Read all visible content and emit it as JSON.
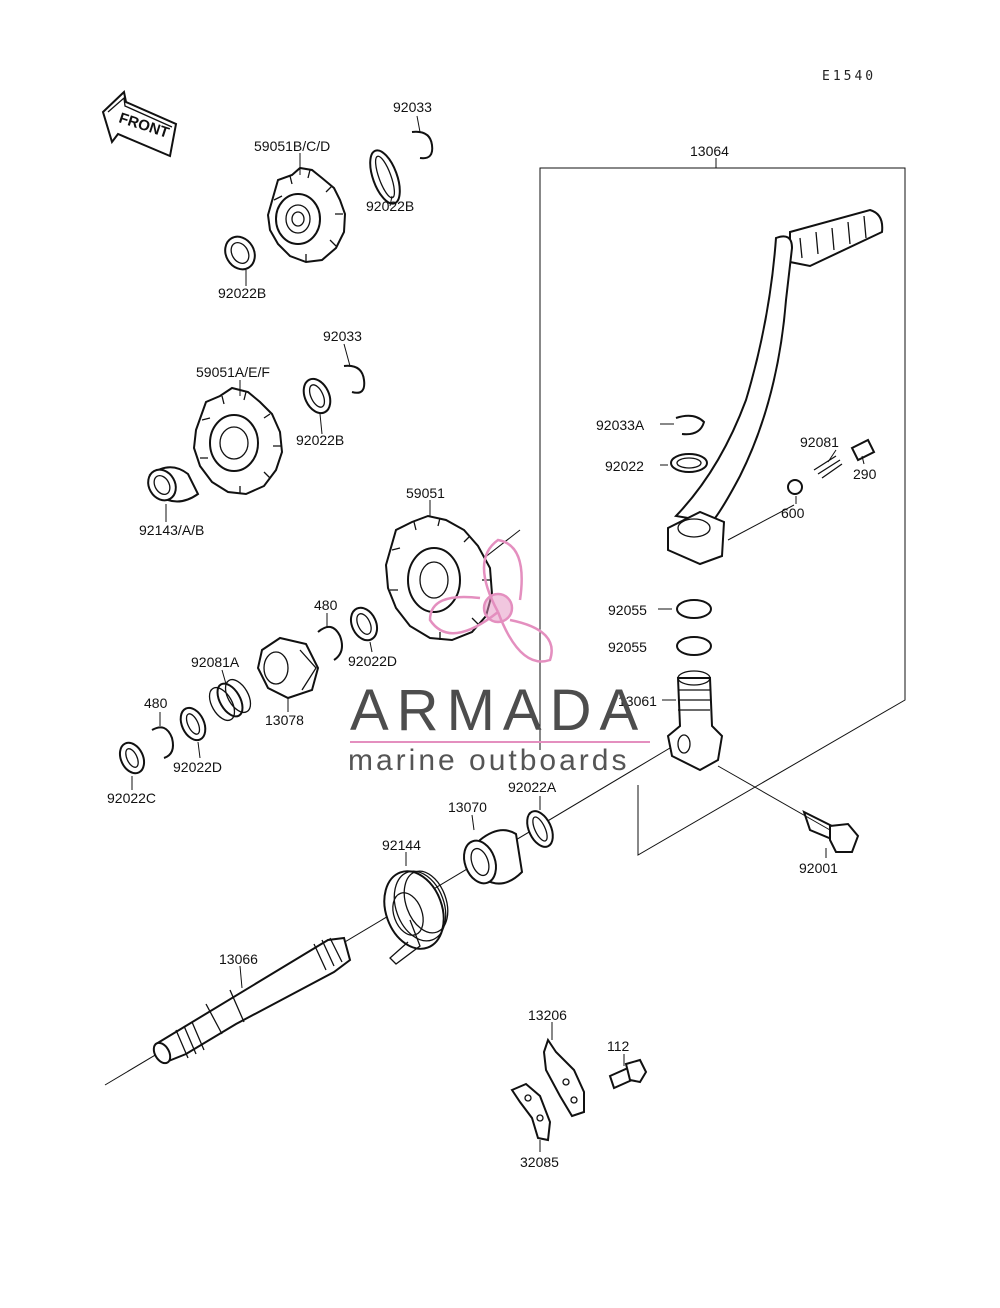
{
  "diagram_code": "E1540",
  "front_label": "FRONT",
  "watermark": {
    "brand": "ARMADA",
    "tagline": "marine outboards",
    "color": "#e48fbf"
  },
  "parts": {
    "p92033_top": "92033",
    "p59051bcd": "59051B/C/D",
    "p92022b_a": "92022B",
    "p92022b_b": "92022B",
    "p92033_mid": "92033",
    "p59051aef": "59051A/E/F",
    "p92022b_c": "92022B",
    "p92143": "92143/A/B",
    "p59051": "59051",
    "p480_a": "480",
    "p92081a": "92081A",
    "p92022d_a": "92022D",
    "p13078": "13078",
    "p480_b": "480",
    "p92022d_b": "92022D",
    "p92022c": "92022C",
    "p13064": "13064",
    "p92033a": "92033A",
    "p92022": "92022",
    "p92081": "92081",
    "p290": "290",
    "p600": "600",
    "p92055_a": "92055",
    "p92055_b": "92055",
    "p13061": "13061",
    "p92022a": "92022A",
    "p13070": "13070",
    "p92144": "92144",
    "p92001": "92001",
    "p13066": "13066",
    "p13206": "13206",
    "p112": "112",
    "p32085": "32085"
  }
}
